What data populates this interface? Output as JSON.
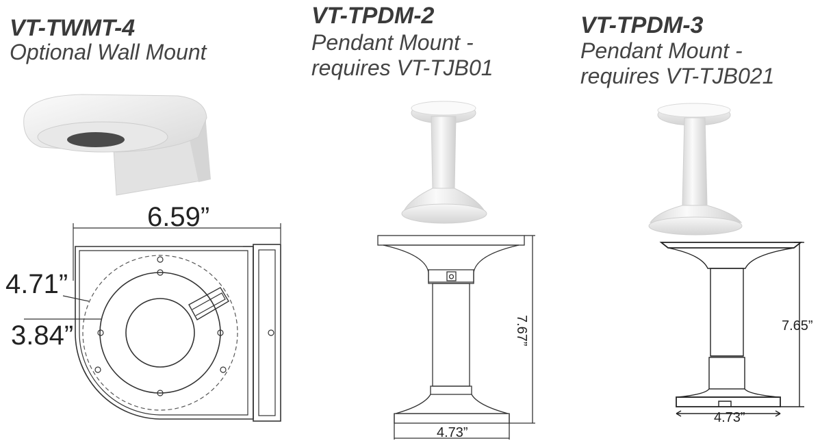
{
  "products": [
    {
      "model": "VT-TWMT-4",
      "desc_line1": "Optional Wall Mount",
      "desc_line2": ""
    },
    {
      "model": "VT-TPDM-2",
      "desc_line1": "Pendant Mount -",
      "desc_line2": "requires VT-TJB01"
    },
    {
      "model": "VT-TPDM-3",
      "desc_line1": "Pendant Mount -",
      "desc_line2": "requires VT-TJB021"
    }
  ],
  "dimensions": {
    "wall_width": "6.59”",
    "wall_outer_dia": "4.71”",
    "wall_inner_dia": "3.84”",
    "pdm2_height": "7.67”",
    "pdm2_base": "4.73”",
    "pdm3_height": "7.65”",
    "pdm3_base": "4.73”"
  }
}
